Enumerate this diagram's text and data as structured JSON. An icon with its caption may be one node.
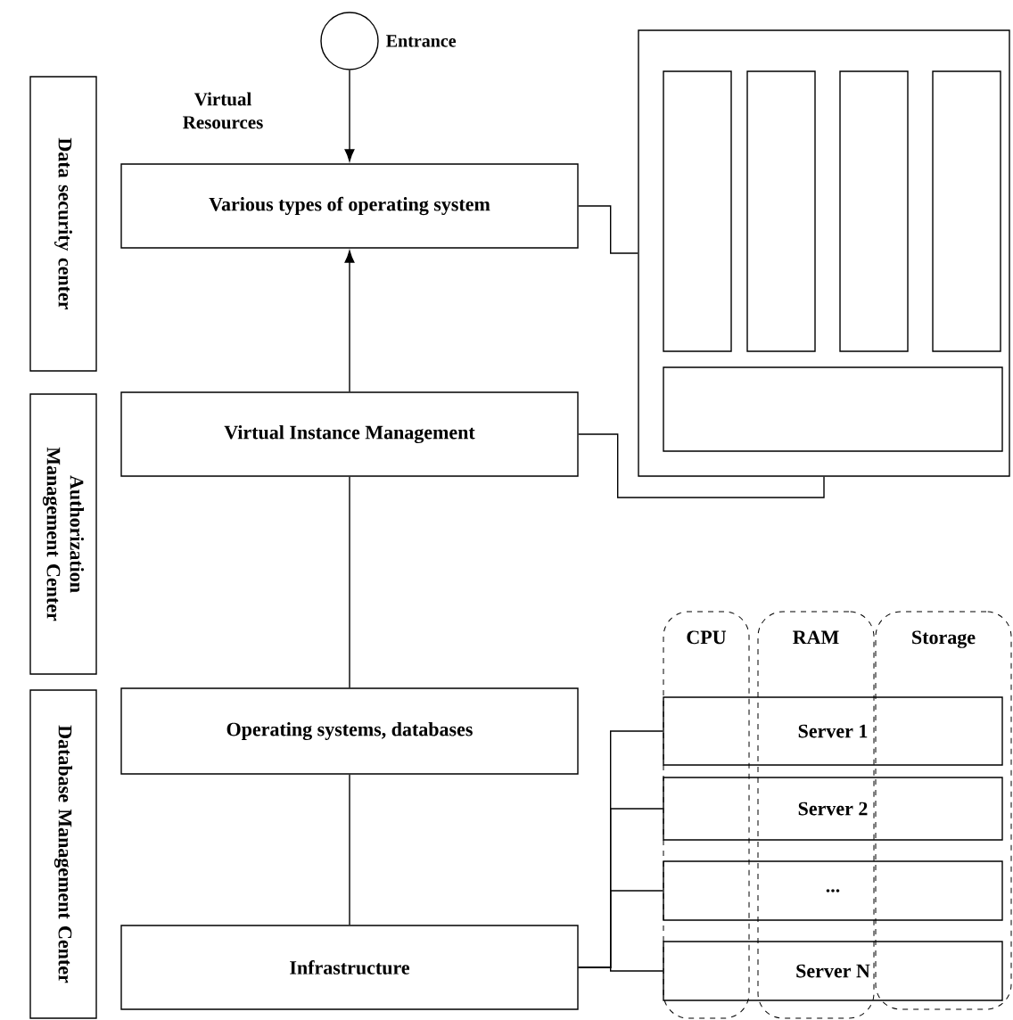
{
  "diagram": {
    "nodes": [
      {
        "text": [],
        "shape": "circle",
        "beside": [
          "Entrance"
        ]
      },
      {
        "text": [
          "Various types of operating system"
        ]
      },
      {
        "text": [
          "Virtual Instance Management"
        ]
      },
      {
        "text": [
          "Operating systems, databases"
        ]
      },
      {
        "text": [
          "Infrastructure"
        ]
      },
      {
        "text": [],
        "shape": "box"
      },
      {
        "text": [],
        "shape": "box",
        "in": 5
      },
      {
        "text": [],
        "shape": "box",
        "in": 5
      },
      {
        "text": [],
        "shape": "box",
        "in": 5
      },
      {
        "text": [],
        "shape": "box",
        "in": 5
      },
      {
        "text": [],
        "shape": "box",
        "in": 5
      },
      {
        "text": [
          "Data security center"
        ]
      },
      {
        "text": [
          "Authorization Management Center"
        ]
      },
      {
        "text": [
          "Database Management Center"
        ]
      },
      {
        "text": [
          "CPU"
        ]
      },
      {
        "text": [
          "RAM"
        ]
      },
      {
        "text": [
          "Storage"
        ]
      },
      {
        "text": [
          "Server 1"
        ]
      },
      {
        "text": [
          "Server 2"
        ]
      },
      {
        "text": [
          "..."
        ]
      },
      {
        "text": [
          "Server N"
        ]
      }
    ],
    "edges": [
      {
        "from": 0,
        "to": 1,
        "arrow": "to"
      },
      {
        "from": 2,
        "to": 1,
        "arrow": "to"
      },
      {
        "from": 3,
        "to": 2,
        "arrow": "none"
      },
      {
        "from": 4,
        "to": 3,
        "arrow": "none"
      },
      {
        "from": 1,
        "to": 5,
        "arrow": "none"
      },
      {
        "from": 2,
        "to": 5,
        "arrow": "none"
      },
      {
        "from": 4,
        "to": 17,
        "arrow": "none"
      },
      {
        "from": 4,
        "to": 18,
        "arrow": "none"
      },
      {
        "from": 4,
        "to": 19,
        "arrow": "none"
      },
      {
        "from": 4,
        "to": 20,
        "arrow": "none"
      }
    ],
    "labels": [
      "Virtual Resources"
    ]
  }
}
